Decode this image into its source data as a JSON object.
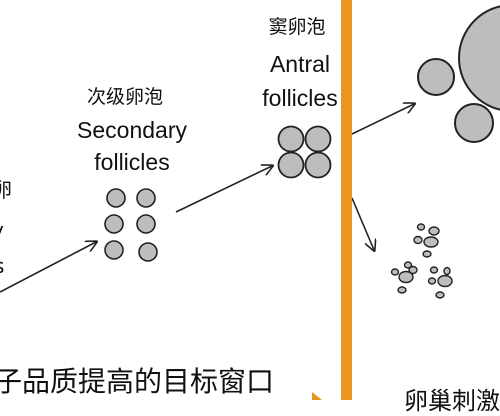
{
  "labels": {
    "left_fragment_1": "卵",
    "left_fragment_2": "y",
    "left_fragment_3": "s",
    "secondary_zh": "次级卵泡",
    "secondary_en": "Secondary",
    "secondary_en2": "follicles",
    "antral_zh": "窦卵泡",
    "antral_en": "Antral",
    "antral_en2": "follicles",
    "bottom_text": "子品质提高的目标窗口",
    "bottom_right_text": "卵巢刺激"
  },
  "colors": {
    "divider": "#E8961E",
    "follicle_fill": "#BDBDBD",
    "stroke": "#222222"
  }
}
